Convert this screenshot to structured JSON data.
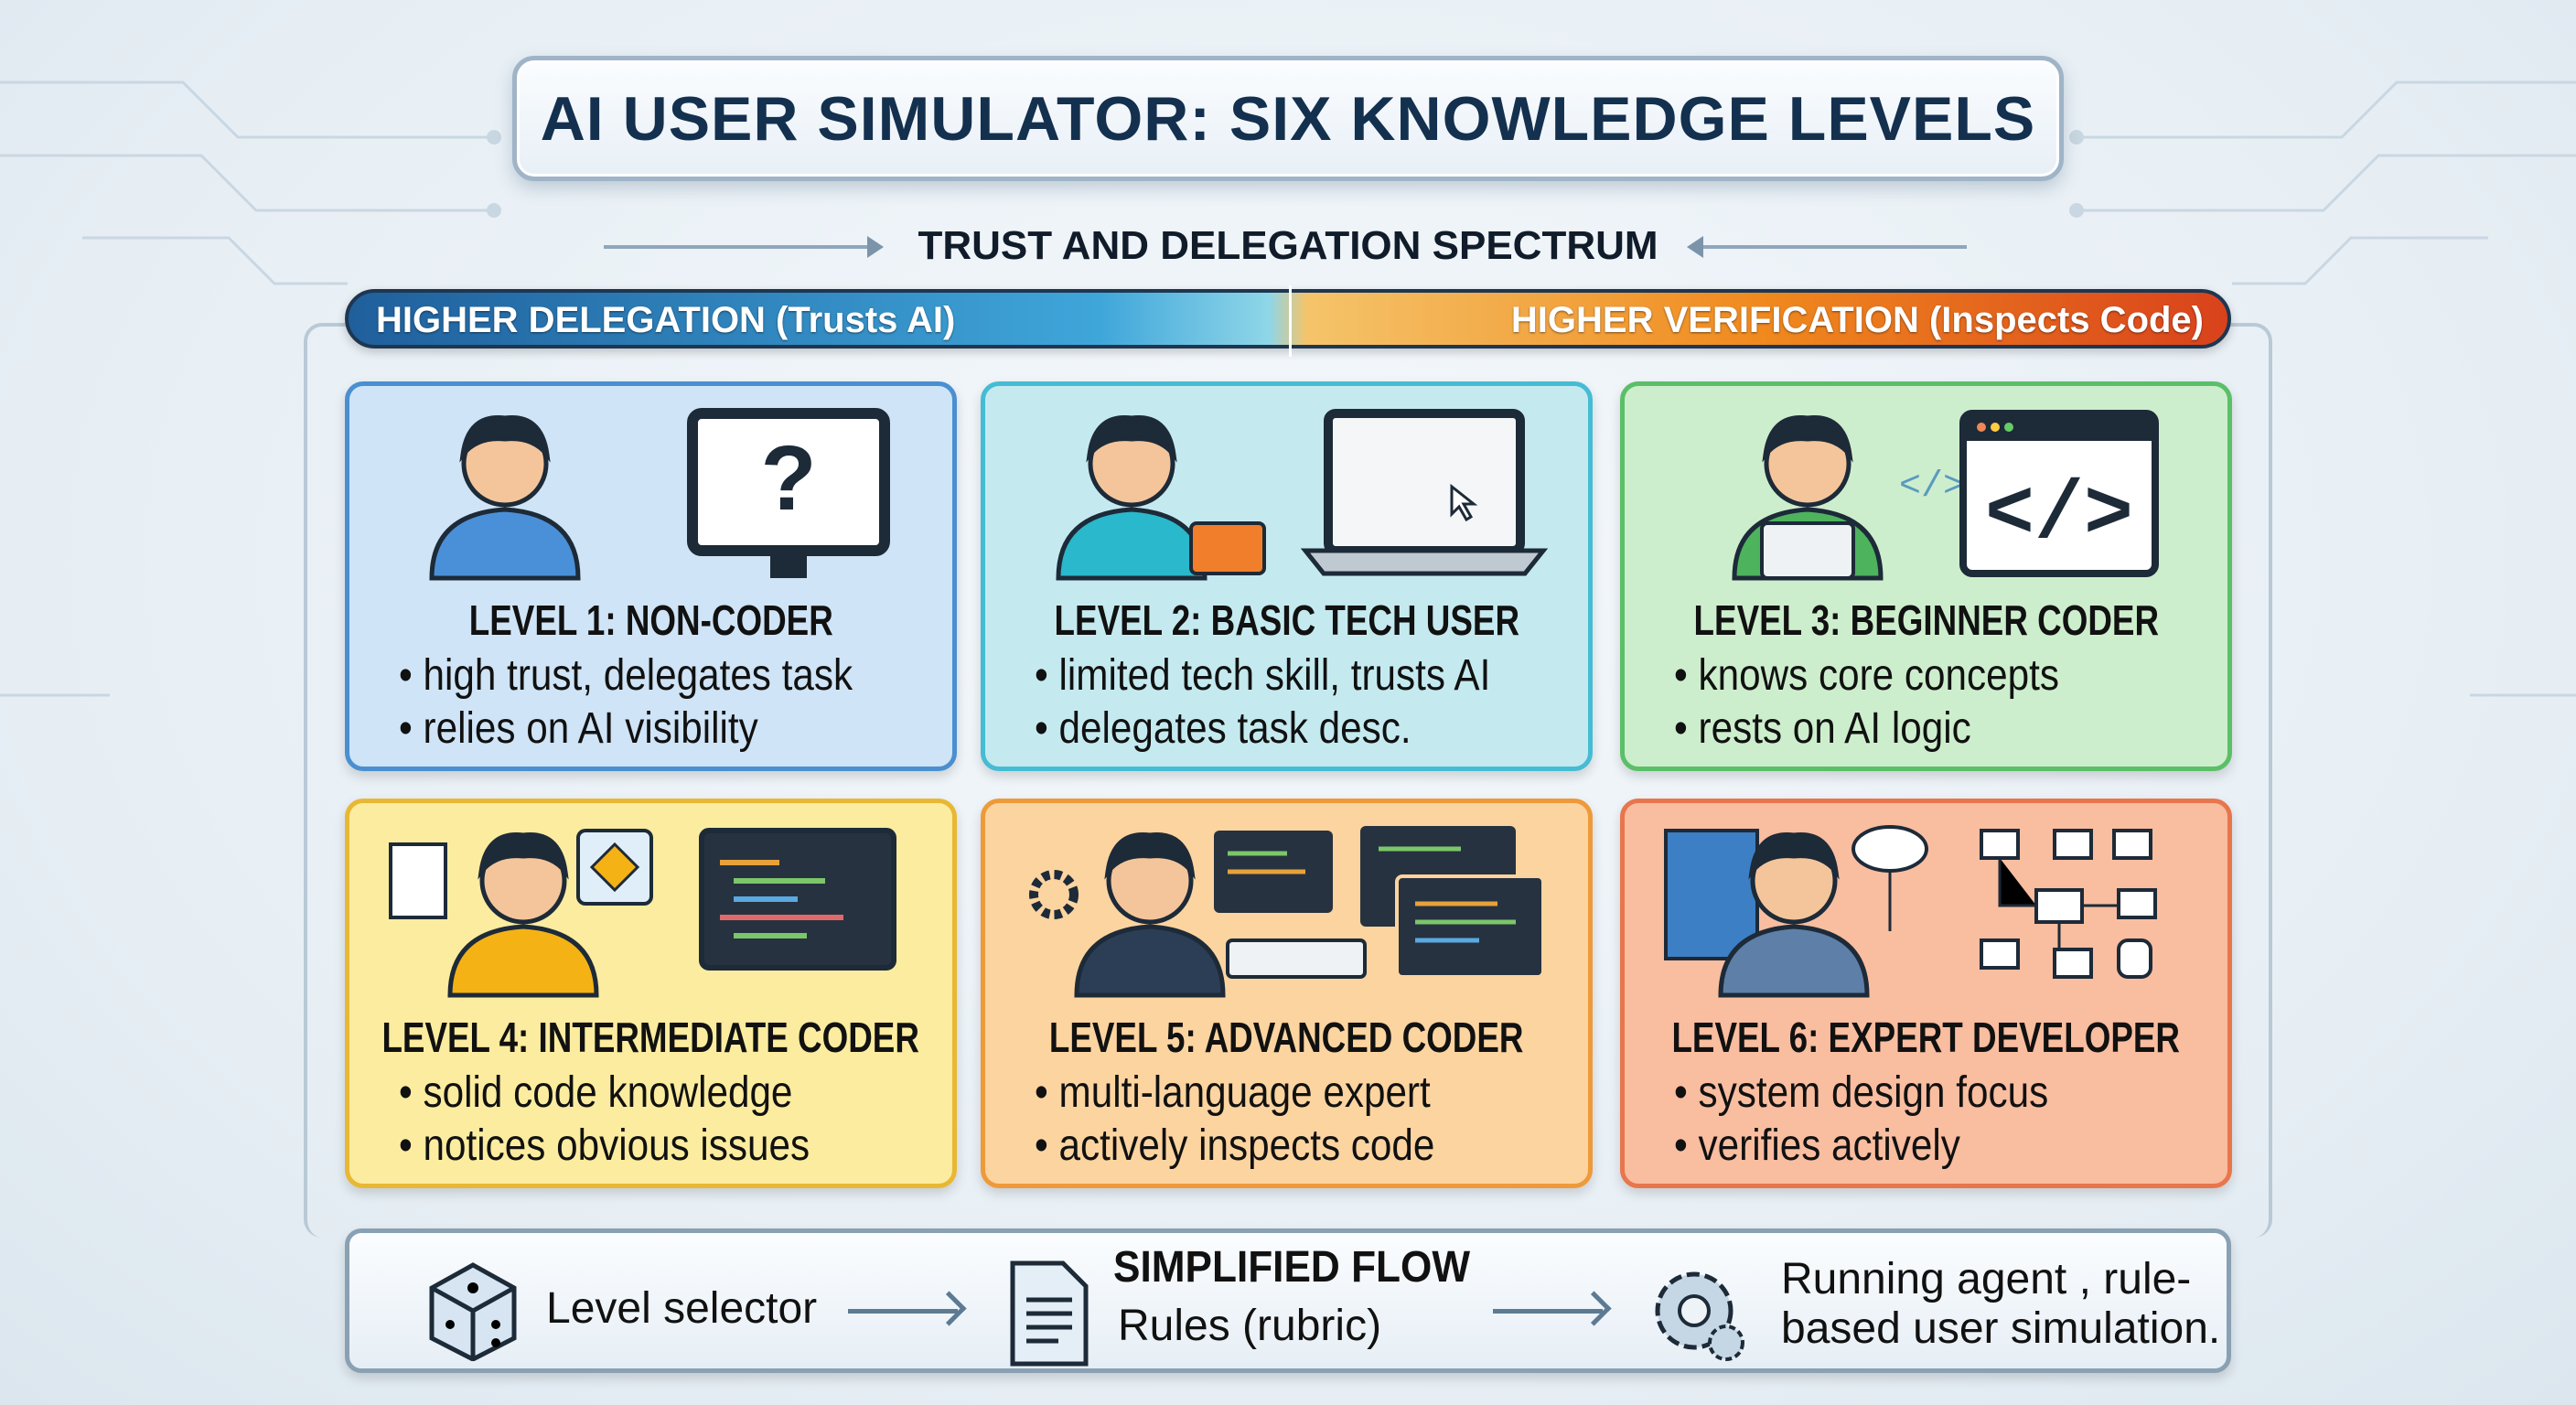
{
  "title": "AI USER SIMULATOR: SIX KNOWLEDGE LEVELS",
  "spectrum": {
    "title": "TRUST AND DELEGATION SPECTRUM",
    "left_label": "HIGHER DELEGATION (Trusts AI)",
    "right_label": "HIGHER VERIFICATION (Inspects Code)"
  },
  "levels": [
    {
      "title": "LEVEL 1: NON-CODER",
      "bullets": [
        "high trust, delegates task",
        "relies on AI visibility"
      ],
      "color": "#cfe4f6",
      "border": "#4a8fd0",
      "icon": "monitor-question"
    },
    {
      "title": "LEVEL 2: BASIC TECH USER",
      "bullets": [
        "limited tech skill, trusts AI",
        "delegates task desc."
      ],
      "color": "#c4eaf0",
      "border": "#45bcd3",
      "icon": "laptop-toolbox"
    },
    {
      "title": "LEVEL 3: BEGINNER CODER",
      "bullets": [
        "knows core concepts",
        "rests on AI logic"
      ],
      "color": "#cdeecd",
      "border": "#5bbf68",
      "icon": "code-window"
    },
    {
      "title": "LEVEL 4: INTERMEDIATE CODER",
      "bullets": [
        "solid code knowledge",
        "notices obvious issues"
      ],
      "color": "#fbec9f",
      "border": "#e8b834",
      "icon": "code-editor"
    },
    {
      "title": "LEVEL 5: ADVANCED CODER",
      "bullets": [
        "multi-language expert",
        "actively inspects code"
      ],
      "color": "#fcd4a0",
      "border": "#ee9a3a",
      "icon": "multi-screens"
    },
    {
      "title": "LEVEL 6: EXPERT DEVELOPER",
      "bullets": [
        "system design focus",
        "verifies actively"
      ],
      "color": "#f9bda0",
      "border": "#e8764c",
      "icon": "system-architecture"
    }
  ],
  "flow": {
    "step1": "Level selector",
    "heading": "SIMPLIFIED FLOW",
    "step2": "Rules (rubric)",
    "step3_line1": "Running agent , rule-",
    "step3_line2": "based user simulation."
  }
}
